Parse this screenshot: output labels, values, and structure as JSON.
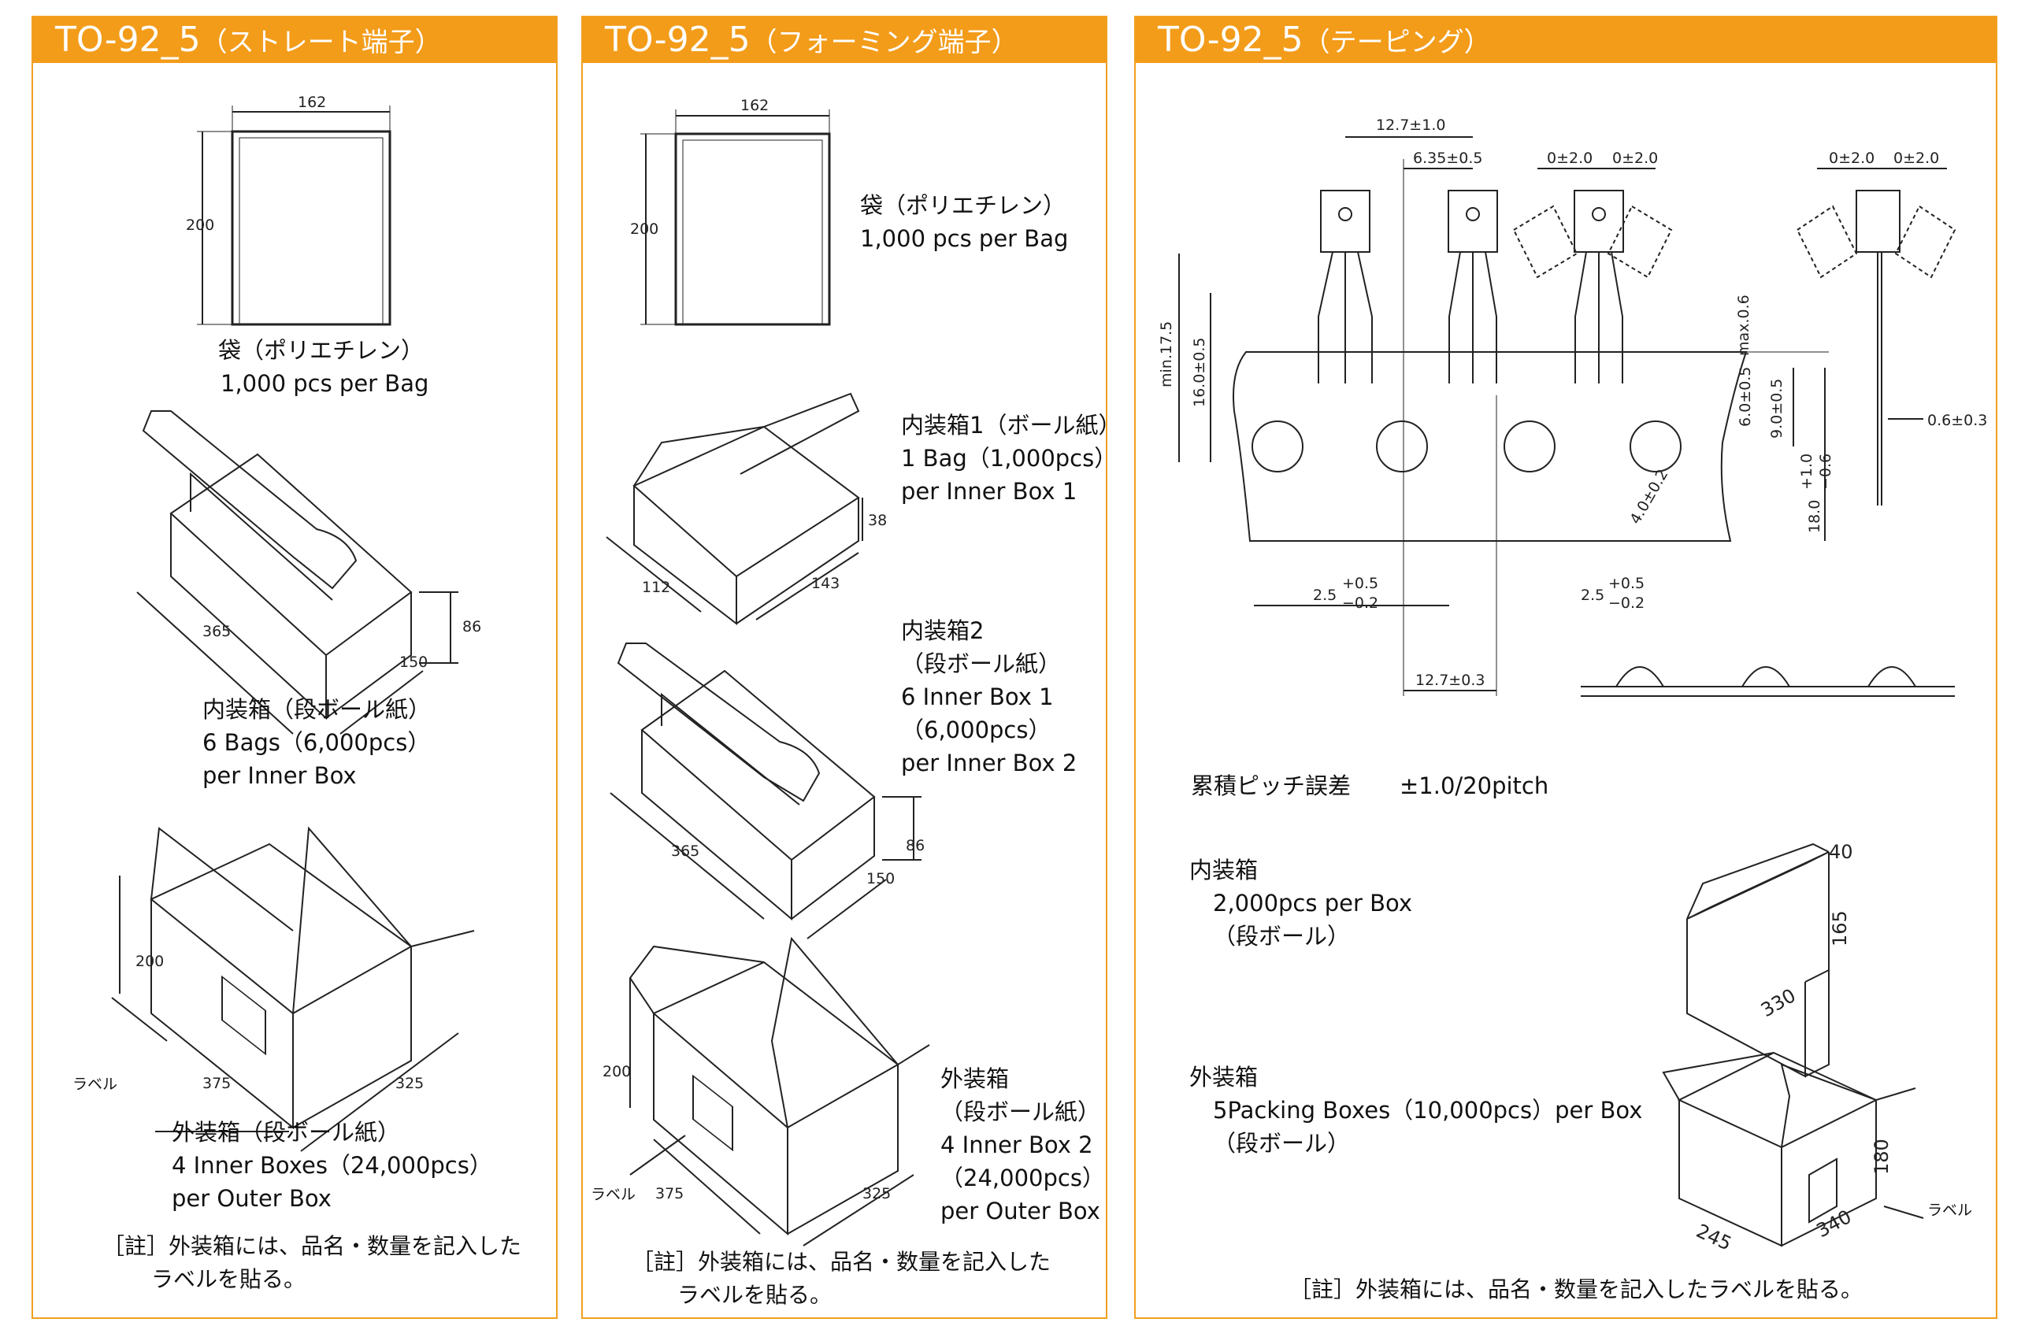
{
  "panels": [
    {
      "title_main": "TO-92_5",
      "title_sub": "（ストレート端子）",
      "bag": {
        "width": "162",
        "height": "200",
        "line1": "袋（ポリエチレン）",
        "line2": "1,000 pcs per Bag"
      },
      "inner": {
        "dim_l": "365",
        "dim_w": "150",
        "dim_h": "86",
        "line1": "内装箱（段ボール紙）",
        "line2": "6 Bags（6,000pcs）",
        "line3": "per Inner Box"
      },
      "outer": {
        "dim_h": "200",
        "dim_l": "375",
        "dim_w": "325",
        "label": "ラベル",
        "line1": "外装箱（段ボール紙）",
        "line2": "4 Inner Boxes（24,000pcs）",
        "line3": "per Outer Box"
      },
      "note1": "［註］外装箱には、品名・数量を記入した",
      "note2": "ラベルを貼る。"
    },
    {
      "title_main": "TO-92_5",
      "title_sub": "（フォーミング端子）",
      "bag": {
        "width": "162",
        "height": "200",
        "line1": "袋（ポリエチレン）",
        "line2": "1,000 pcs per Bag"
      },
      "inner1": {
        "dim_a": "112",
        "dim_b": "143",
        "dim_h": "38",
        "line1": "内装箱1（ボール紙）",
        "line2": "1 Bag（1,000pcs）",
        "line3": "per Inner Box 1"
      },
      "inner2": {
        "dim_l": "365",
        "dim_w": "150",
        "dim_h": "86",
        "line1": "内装箱2",
        "line2": "（段ボール紙）",
        "line3": "6 Inner Box 1",
        "line4": "（6,000pcs）",
        "line5": "per Inner Box 2"
      },
      "outer": {
        "dim_h": "200",
        "dim_l": "375",
        "dim_w": "325",
        "label": "ラベル",
        "line1": "外装箱",
        "line2": "（段ボール紙）",
        "line3": "4 Inner Box 2",
        "line4": "（24,000pcs）",
        "line5": "per Outer Box"
      },
      "note1": "［註］外装箱には、品名・数量を記入した",
      "note2": "ラベルを貼る。"
    },
    {
      "title_main": "TO-92_5",
      "title_sub": "（テーピング）",
      "tape": {
        "pitch": "12.7±1.0",
        "offset": "6.35±0.5",
        "tilt1": "0±2.0",
        "tilt2": "0±2.0",
        "tilt3": "0±2.0",
        "tilt4": "0±2.0",
        "min_len": "min.17.5",
        "h16": "16.0±0.5",
        "max06": "max.0.6",
        "h6": "6.0±0.5",
        "h9": "9.0±0.5",
        "w18": "18.0",
        "w18_tol_p": "+1.0",
        "w18_tol_m": "−0.6",
        "hole": "4.0±0.2",
        "thick": "0.6±0.3",
        "lead_a": "2.5",
        "lead_tol_p": "+0.5",
        "lead_tol_m": "−0.2",
        "lead_b": "2.5",
        "lead_tol_p2": "+0.5",
        "lead_tol_m2": "−0.2",
        "pitch2": "12.7±0.3"
      },
      "cumulative": "累積ピッチ誤差",
      "cumulative_val": "±1.0/20pitch",
      "inner": {
        "dim_t": "40",
        "dim_h": "165",
        "dim_l": "330",
        "line1": "内装箱",
        "line2": "2,000pcs per Box",
        "line3": "（段ボール）"
      },
      "outer": {
        "dim_h": "180",
        "dim_l": "340",
        "dim_w": "245",
        "label": "ラベル",
        "line1": "外装箱",
        "line2": "5Packing Boxes（10,000pcs）per Box",
        "line3": "（段ボール）"
      },
      "note": "［註］外装箱には、品名・数量を記入したラベルを貼る。"
    }
  ]
}
